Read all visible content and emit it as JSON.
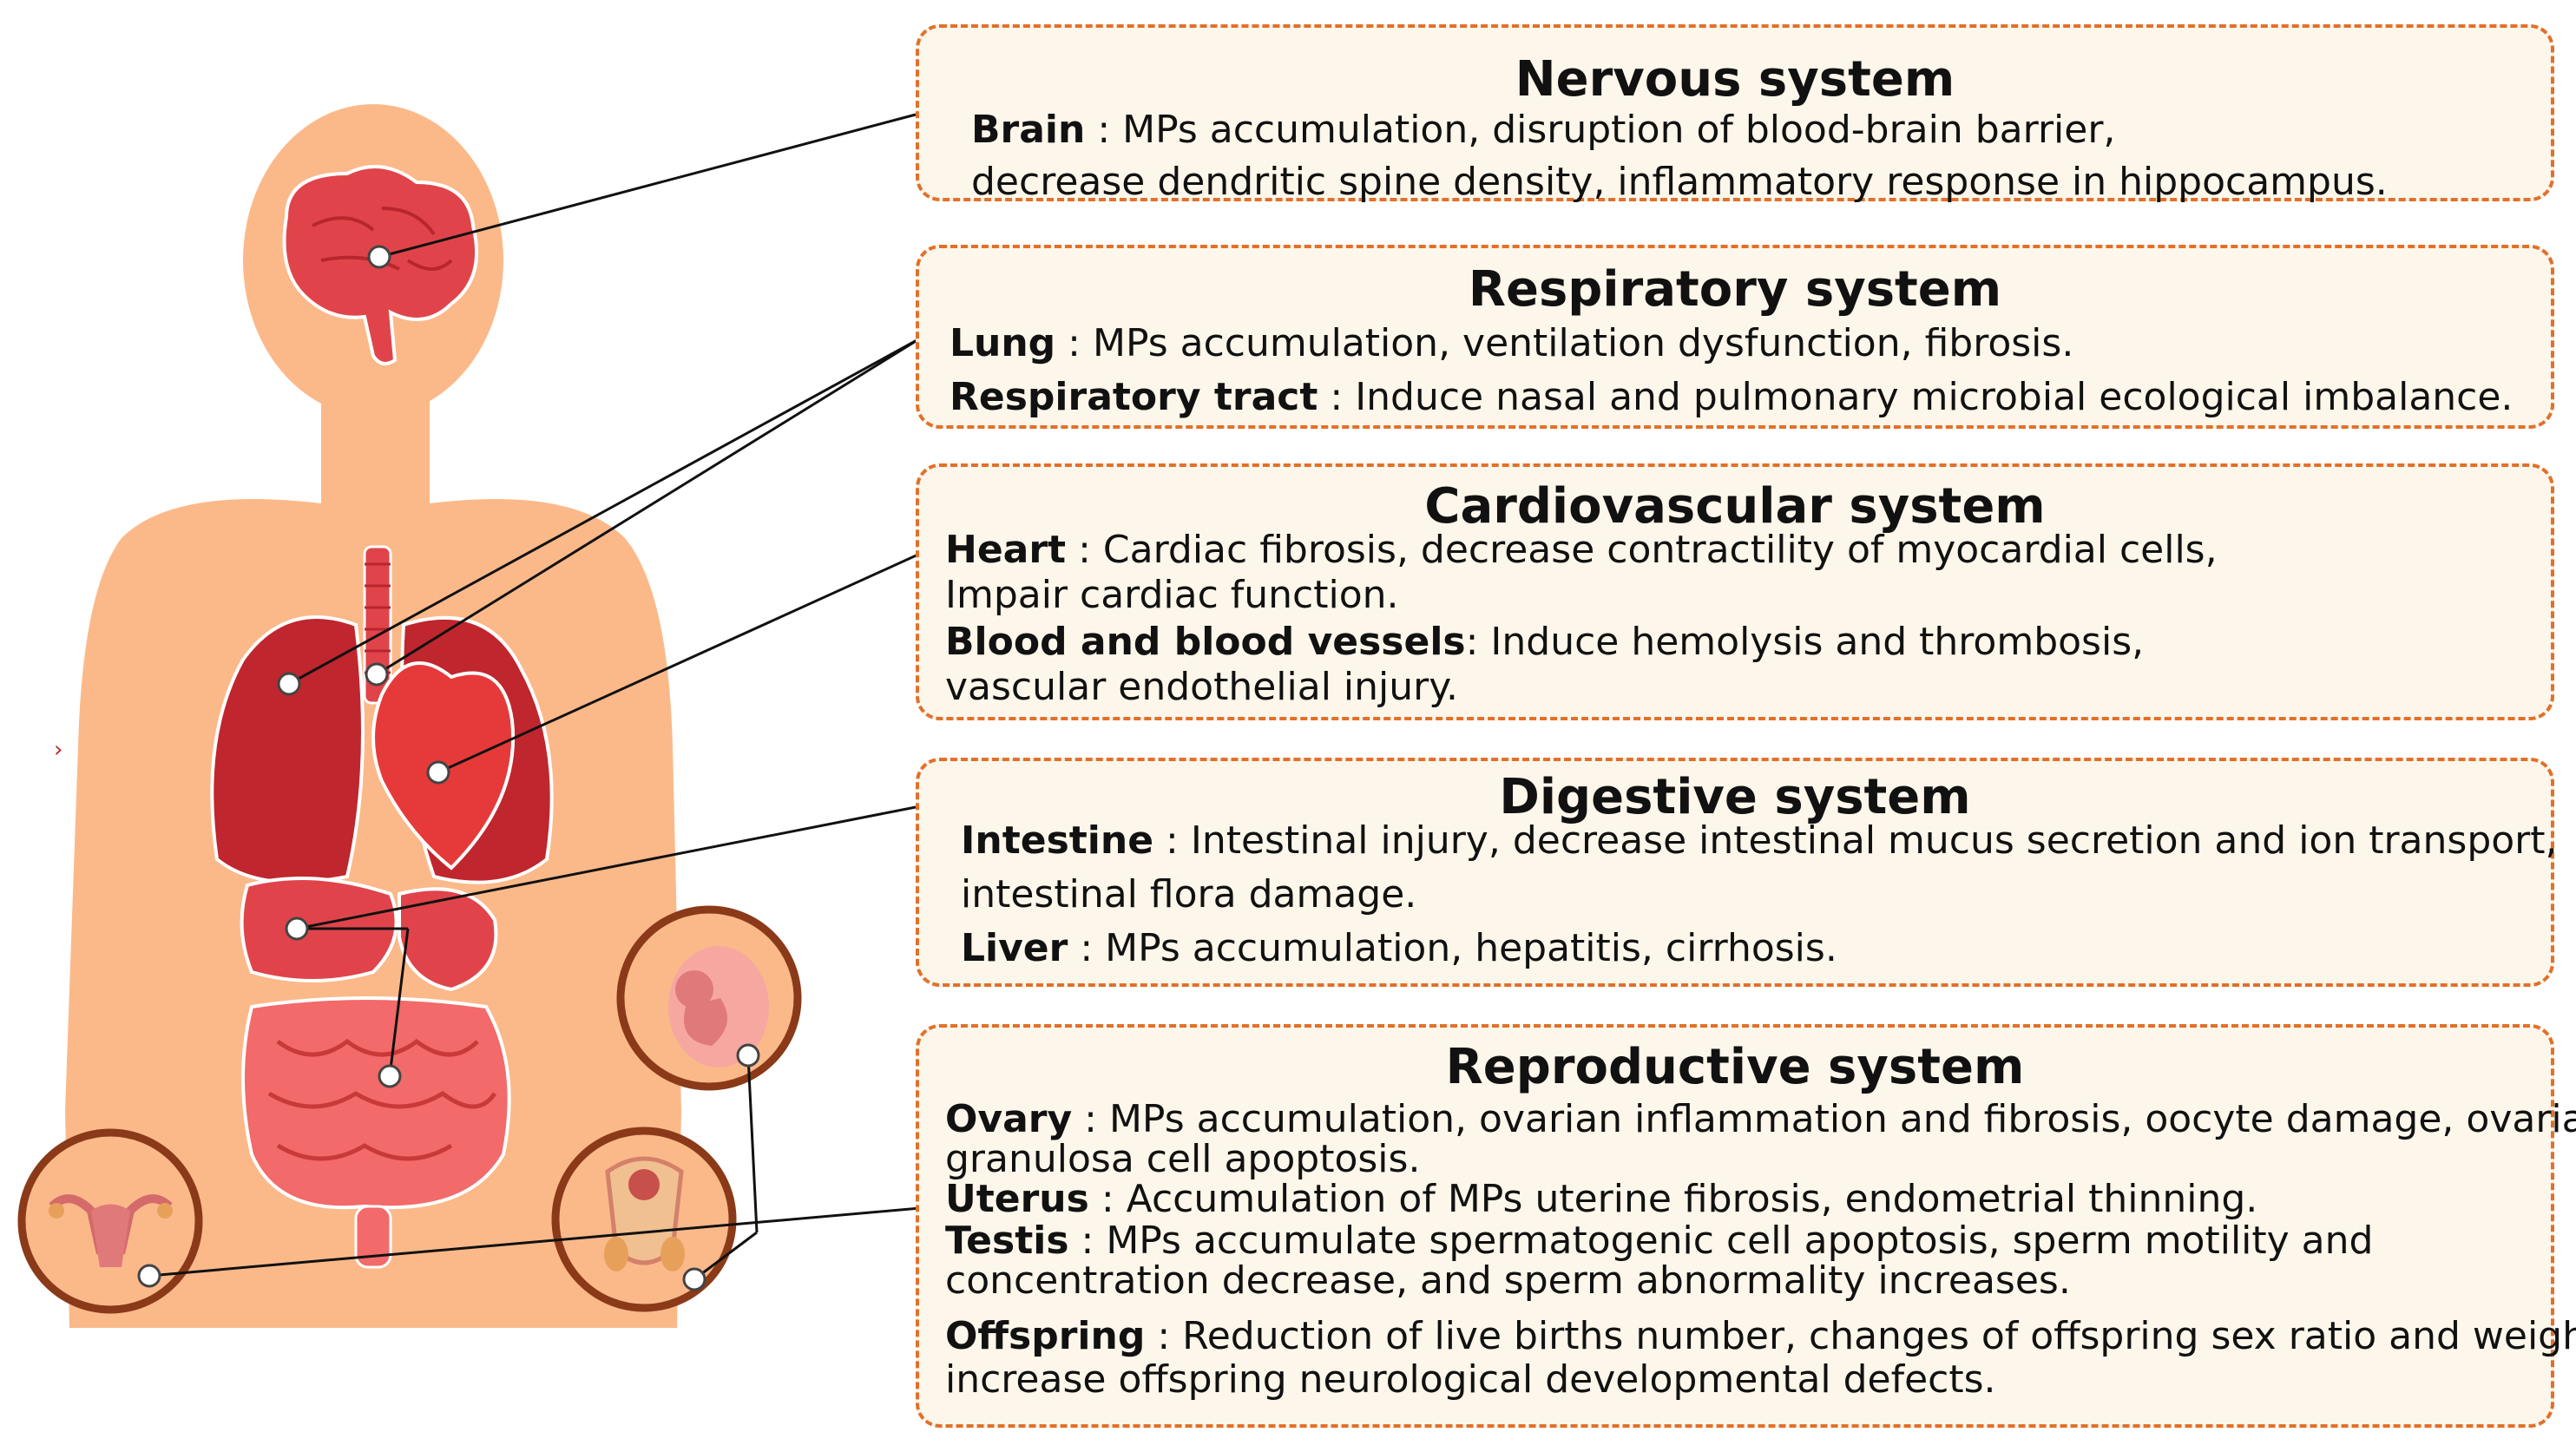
{
  "panels": {
    "nervous": {
      "title": "Nervous system",
      "rows": [
        {
          "organ": "Brain",
          "sep": " : ",
          "text": "MPs accumulation, disruption of blood-brain barrier,"
        },
        {
          "organ": "",
          "sep": "",
          "text": "decrease dendritic spine density, inflammatory response in hippocampus."
        }
      ]
    },
    "respiratory": {
      "title": "Respiratory system",
      "rows": [
        {
          "organ": "Lung",
          "sep": " : ",
          "text": "MPs accumulation, ventilation dysfunction, fibrosis."
        },
        {
          "organ": "Respiratory tract",
          "sep": " : ",
          "text": "Induce nasal and pulmonary microbial ecological imbalance."
        }
      ]
    },
    "cardiovascular": {
      "title": "Cardiovascular system",
      "rows": [
        {
          "organ": "Heart",
          "sep": " : ",
          "text": "Cardiac fibrosis, decrease contractility of myocardial cells,"
        },
        {
          "organ": "",
          "sep": "",
          "text": "Impair cardiac function."
        },
        {
          "organ": "Blood and blood vessels",
          "sep": ": ",
          "text": "Induce hemolysis and thrombosis,"
        },
        {
          "organ": "",
          "sep": "",
          "text": "vascular endothelial injury."
        }
      ]
    },
    "digestive": {
      "title": "Digestive system",
      "rows": [
        {
          "organ": "Intestine",
          "sep": " : ",
          "text": "Intestinal injury, decrease intestinal mucus secretion and ion transport,"
        },
        {
          "organ": "",
          "sep": "",
          "text": "intestinal flora damage."
        },
        {
          "organ": "Liver",
          "sep": " : ",
          "text": "MPs accumulation, hepatitis, cirrhosis."
        }
      ]
    },
    "reproductive": {
      "title": "Reproductive system",
      "rows": [
        {
          "organ": "Ovary",
          "sep": " : ",
          "text": "MPs accumulation, ovarian inflammation and fibrosis, oocyte damage, ovarian"
        },
        {
          "organ": "",
          "sep": "",
          "text": "granulosa cell apoptosis."
        },
        {
          "organ": "Uterus",
          "sep": " : ",
          "text": "Accumulation of MPs uterine fibrosis, endometrial thinning."
        },
        {
          "organ": "Testis",
          "sep": " : ",
          "text": "MPs accumulate spermatogenic cell apoptosis, sperm motility and"
        },
        {
          "organ": "",
          "sep": "",
          "text": "concentration decrease, and sperm abnormality increases."
        },
        {
          "organ": "Offspring",
          "sep": " : ",
          "text": "Reduction of live births number, changes of offspring sex ratio and weight,"
        },
        {
          "organ": "",
          "sep": "",
          "text": "increase offspring neurological developmental defects."
        }
      ]
    }
  },
  "colors": {
    "skin": "#fbb98a",
    "organ_red": "#e0444a",
    "organ_dark": "#b8262d",
    "panel_bg": "#fdf6ea",
    "panel_border": "#e2702a",
    "circle_border": "#8a3a18",
    "connector": "#111111"
  },
  "icons": [
    "brain-icon",
    "lungs-icon",
    "heart-icon",
    "liver-icon",
    "intestine-icon",
    "fetus-icon",
    "female-reproductive-icon",
    "male-reproductive-icon",
    "chevron-right-icon"
  ]
}
